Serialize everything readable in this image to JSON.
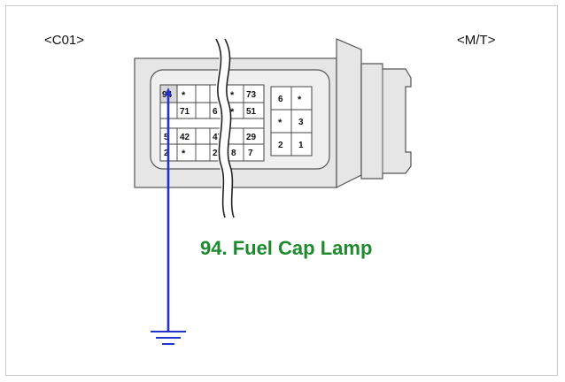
{
  "labels": {
    "left_connector": "<C01>",
    "right_connector": "<M/T>",
    "caption": "94. Fuel Cap Lamp"
  },
  "pins": {
    "left_block": {
      "r1": [
        "94",
        "*",
        "",
        "*",
        "73"
      ],
      "r2": [
        "",
        "71",
        "6",
        "*",
        "51"
      ],
      "r3": [
        "5",
        "42",
        "47",
        "",
        "29"
      ],
      "r4": [
        "2",
        "*",
        "25",
        "8",
        "7"
      ]
    },
    "right_block": {
      "r1": [
        "6",
        "*"
      ],
      "r2": [
        "*",
        "3"
      ],
      "r3": [
        "2",
        "1"
      ]
    }
  },
  "colors": {
    "wire": "#2233cc",
    "caption": "#1e8a2e",
    "connector_fill": "#e6e6e6",
    "connector_stroke": "#555555"
  },
  "icons": {
    "ground": "ground-symbol-icon",
    "break": "wavy-break-lines"
  }
}
